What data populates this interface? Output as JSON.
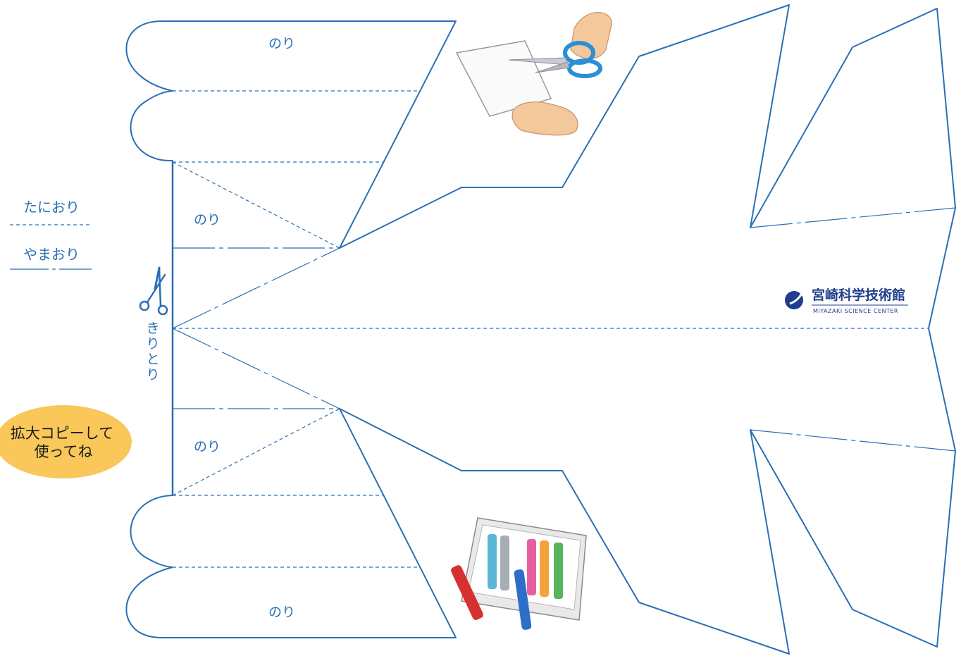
{
  "glue_tabs": {
    "top_label": "のり",
    "upper_label": "のり",
    "lower_label": "のり",
    "bottom_label": "のり"
  },
  "legend": {
    "valley_fold": "たにおり",
    "mountain_fold": "やまおり"
  },
  "cut_line": {
    "label_chars": [
      "き",
      "り",
      "と",
      "り"
    ]
  },
  "badge": {
    "line1": "拡大コピーして",
    "line2": "使ってね",
    "color": "#f9c75a"
  },
  "logo": {
    "name_jp": "宮崎科学技術館",
    "name_en": "MIYAZAKI SCIENCE CENTER",
    "color": "#1f3e8c"
  },
  "colors": {
    "line": "#2a6fb5",
    "background": "#ffffff"
  },
  "icons": {
    "cut_mark": "scissors-icon",
    "illustration_1": "scissors-cutting-paper-illustration",
    "illustration_2": "crayons-box-illustration"
  }
}
